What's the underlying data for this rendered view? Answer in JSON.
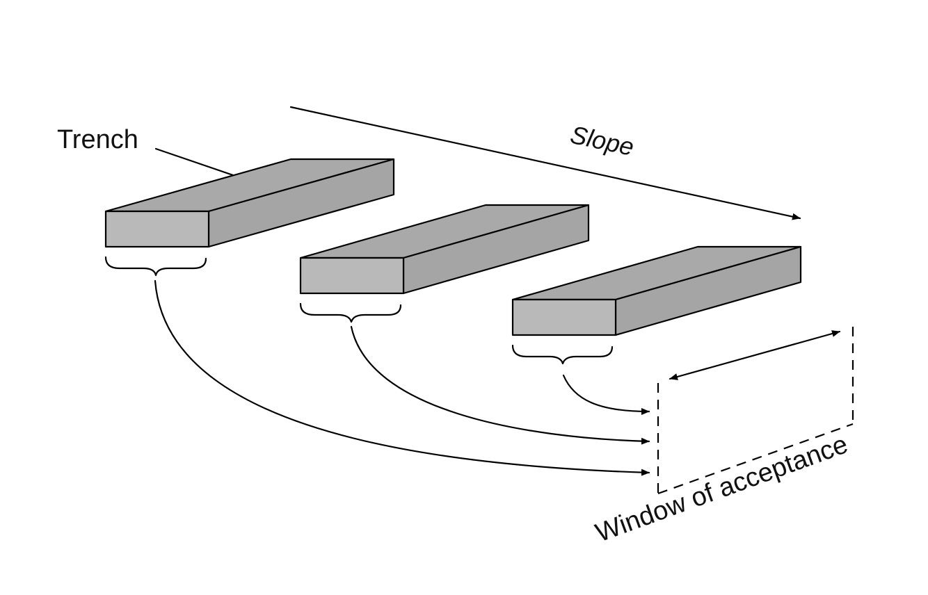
{
  "labels": {
    "trench": "Trench",
    "slope": "Slope",
    "window": "Window of acceptance"
  },
  "colors": {
    "box_top": "#a9a9a9",
    "box_front": "#b9b9b9",
    "box_side": "#a5a5a5",
    "ink": "#000000"
  },
  "trench_count": 3
}
